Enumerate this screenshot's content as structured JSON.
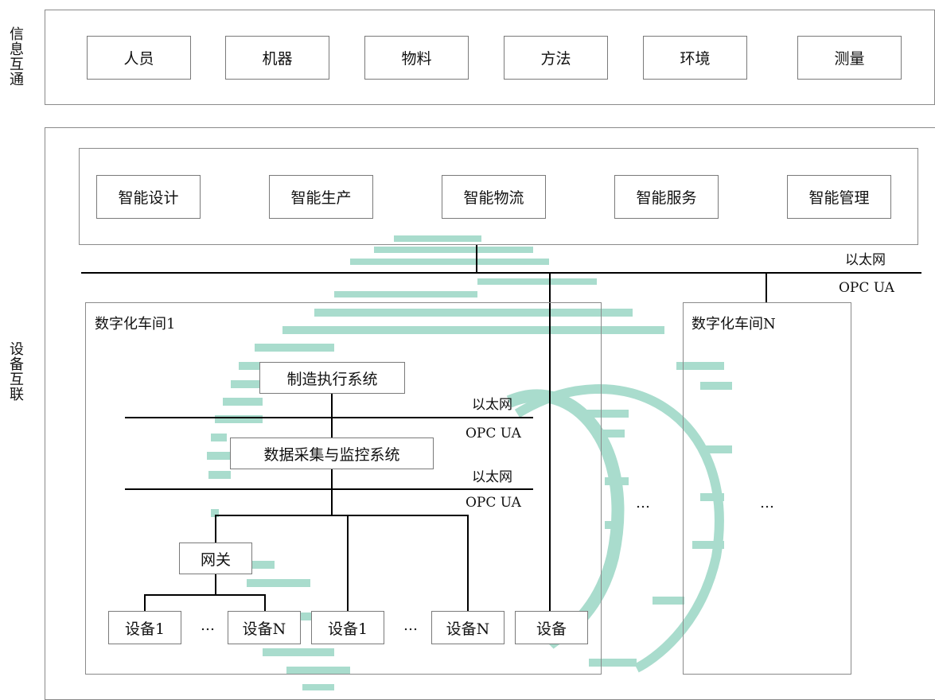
{
  "info_section": {
    "label": "信息互通",
    "items": [
      "人员",
      "机器",
      "物料",
      "方法",
      "环境",
      "测量"
    ]
  },
  "device_section": {
    "label": "设备互联",
    "top_items": [
      "智能设计",
      "智能生产",
      "智能物流",
      "智能服务",
      "智能管理"
    ],
    "main_net": {
      "line1": "以太网",
      "line2": "OPC UA"
    },
    "workshop1": {
      "title": "数字化车间1",
      "mes": "制造执行系统",
      "net1": {
        "line1": "以太网",
        "line2": "OPC UA"
      },
      "scada": "数据采集与监控系统",
      "net2": {
        "line1": "以太网",
        "line2": "OPC UA"
      },
      "gateway": "网关",
      "devices": [
        "设备1",
        "设备N",
        "设备1",
        "设备N",
        "设备"
      ],
      "ellipsis": "…"
    },
    "workshopN": {
      "title": "数字化车间N",
      "ellipsis": "…"
    },
    "between_ellipsis": "…"
  }
}
